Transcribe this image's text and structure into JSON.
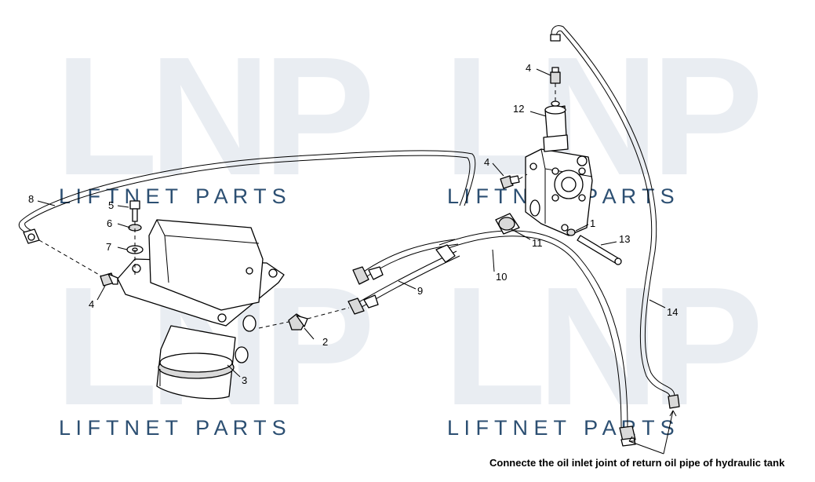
{
  "watermark": {
    "logo_letters": [
      "L",
      "N",
      "P"
    ],
    "text": "L I F T N E T   P A R T S",
    "color": "#e9edf2",
    "text_color": "#2c4f72"
  },
  "callouts": {
    "c1": "1",
    "c2": "2",
    "c3": "3",
    "c4a": "4",
    "c4b": "4",
    "c4c": "4",
    "c5": "5",
    "c6": "6",
    "c7": "7",
    "c8": "8",
    "c9": "9",
    "c10": "10",
    "c11": "11",
    "c12": "12",
    "c13": "13",
    "c14": "14"
  },
  "caption": "Connecte the oil inlet joint of return oil pipe of hydraulic tank"
}
